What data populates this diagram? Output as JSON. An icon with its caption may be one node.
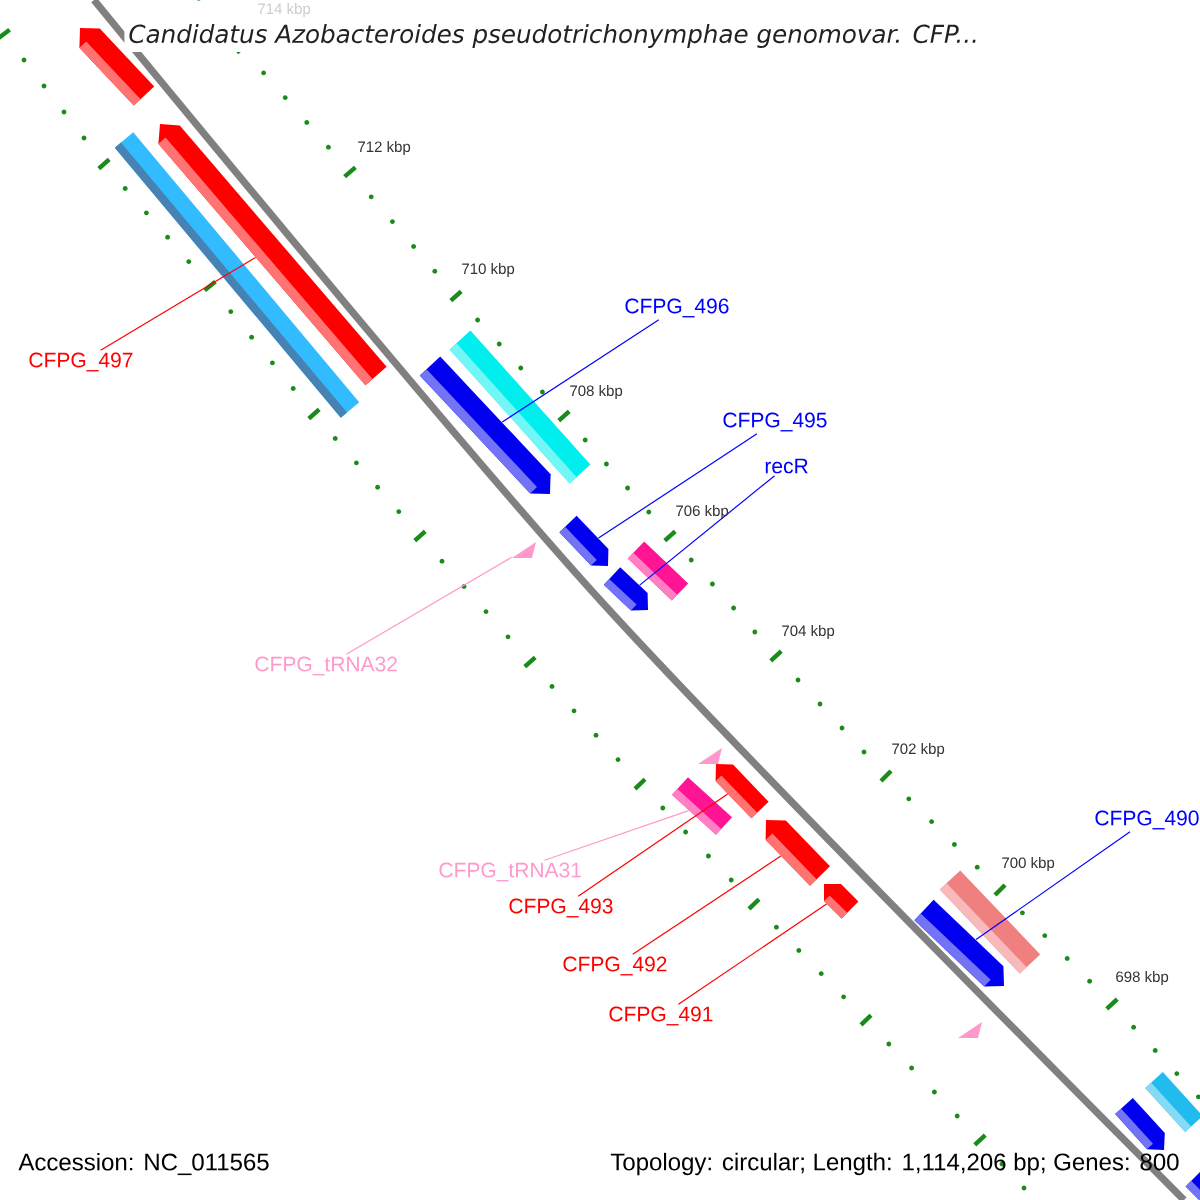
{
  "diagram": {
    "title": "Candidatus Azobacteroides pseudotrichonymphae genomovar. CFP...",
    "nodes": [
      {
        "text": [
          "CFPG_497"
        ]
      },
      {
        "text": [],
        "shape": "bar"
      },
      {
        "text": [
          "CFPG_496"
        ]
      },
      {
        "text": [],
        "shape": "bar"
      },
      {
        "text": [
          "CFPG_495"
        ]
      },
      {
        "text": [],
        "shape": "bar"
      },
      {
        "text": [
          "recR"
        ]
      },
      {
        "text": [],
        "shape": "bar"
      },
      {
        "text": [
          "CFPG_tRNA32"
        ]
      },
      {
        "text": [],
        "shape": "triangle"
      },
      {
        "text": [
          "CFPG_tRNA31"
        ]
      },
      {
        "text": [],
        "shape": "bar"
      },
      {
        "text": [
          "CFPG_493"
        ]
      },
      {
        "text": [],
        "shape": "bar"
      },
      {
        "text": [
          "CFPG_492"
        ]
      },
      {
        "text": [],
        "shape": "bar"
      },
      {
        "text": [
          "CFPG_491"
        ]
      },
      {
        "text": [],
        "shape": "bar"
      },
      {
        "text": [
          "CFPG_490"
        ]
      },
      {
        "text": [],
        "shape": "bar"
      },
      {
        "text": [],
        "shape": "bar"
      },
      {
        "text": [],
        "shape": "bar"
      },
      {
        "text": [],
        "shape": "bar"
      },
      {
        "text": [],
        "shape": "bar"
      },
      {
        "text": [],
        "shape": "triangle"
      },
      {
        "text": [],
        "shape": "bar"
      },
      {
        "text": [],
        "shape": "triangle"
      },
      {
        "text": [],
        "shape": "bar"
      },
      {
        "text": [],
        "shape": "bar"
      },
      {
        "text": [],
        "shape": "bar"
      }
    ],
    "edges": [
      {
        "from": 0,
        "to": 1,
        "arrow": "none",
        "color": "#ff0000"
      },
      {
        "from": 2,
        "to": 3,
        "arrow": "none",
        "color": "#0000ff"
      },
      {
        "from": 4,
        "to": 5,
        "arrow": "none",
        "color": "#0000ff"
      },
      {
        "from": 6,
        "to": 7,
        "arrow": "none",
        "color": "#0000ff"
      },
      {
        "from": 8,
        "to": 9,
        "arrow": "none",
        "color": "#ff99cc"
      },
      {
        "from": 10,
        "to": 11,
        "arrow": "none",
        "color": "#ff99cc"
      },
      {
        "from": 12,
        "to": 13,
        "arrow": "none",
        "color": "#ff0000"
      },
      {
        "from": 14,
        "to": 15,
        "arrow": "none",
        "color": "#ff0000"
      },
      {
        "from": 16,
        "to": 17,
        "arrow": "none",
        "color": "#ff0000"
      },
      {
        "from": 18,
        "to": 19,
        "arrow": "none",
        "color": "#0000ff"
      }
    ],
    "labels": [
      "714 kbp",
      "712 kbp",
      "710 kbp",
      "708 kbp",
      "706 kbp",
      "704 kbp",
      "702 kbp",
      "700 kbp",
      "698 kbp",
      "Accession: NC_011565",
      "Topology: circular; Length: 1,114,206 bp; Genes: 800"
    ]
  }
}
